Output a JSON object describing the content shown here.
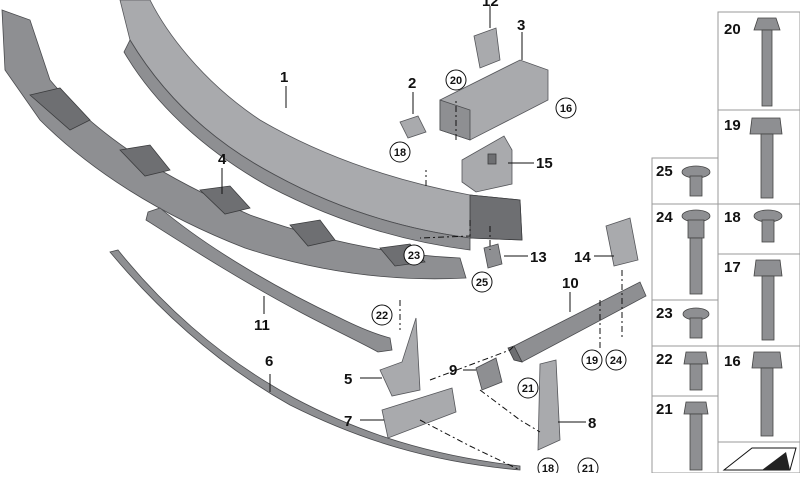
{
  "callouts": {
    "c1": "1",
    "c2": "2",
    "c3": "3",
    "c4": "4",
    "c5": "5",
    "c6": "6",
    "c7": "7",
    "c8": "8",
    "c9": "9",
    "c10": "10",
    "c11": "11",
    "c12": "12",
    "c13": "13",
    "c14": "14",
    "c15": "15"
  },
  "circled_refs": {
    "r16": "16",
    "r18a": "18",
    "r18b": "18",
    "r19": "19",
    "r20": "20",
    "r21a": "21",
    "r21b": "21",
    "r22": "22",
    "r23": "23",
    "r24": "24",
    "r25": "25"
  },
  "fastener_panel": {
    "f20": "20",
    "f19": "19",
    "f25": "25",
    "f24": "24",
    "f18": "18",
    "f17": "17",
    "f23": "23",
    "f22": "22",
    "f16": "16",
    "f21": "21"
  },
  "colors": {
    "part_fill": "#8e8f92",
    "outline": "#4a4b4e",
    "panel_border": "#9a9a9a"
  }
}
